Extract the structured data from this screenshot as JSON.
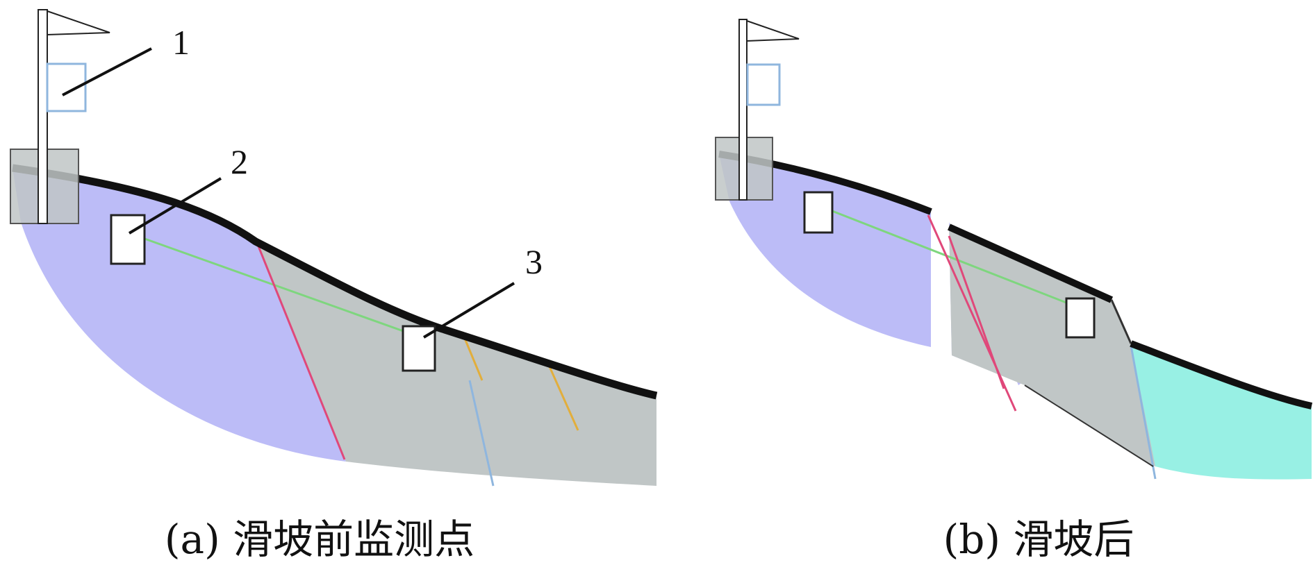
{
  "panel_a": {
    "caption": "(a) 滑坡前监测点",
    "labels": [
      "1",
      "2",
      "3"
    ]
  },
  "panel_b": {
    "caption": "(b) 滑坡后"
  },
  "colors": {
    "sliding_body": "#bcbcf7",
    "stable_mass": "#c0c6c6",
    "displaced_mass": "#98f0e4",
    "ground_line": "#111111",
    "monitor_link": "#7ed67e",
    "slip_red": "#e0487a",
    "slip_blue": "#8fb6de",
    "slip_orange": "#e2ae3c",
    "flag_box": "#8fb6de"
  }
}
